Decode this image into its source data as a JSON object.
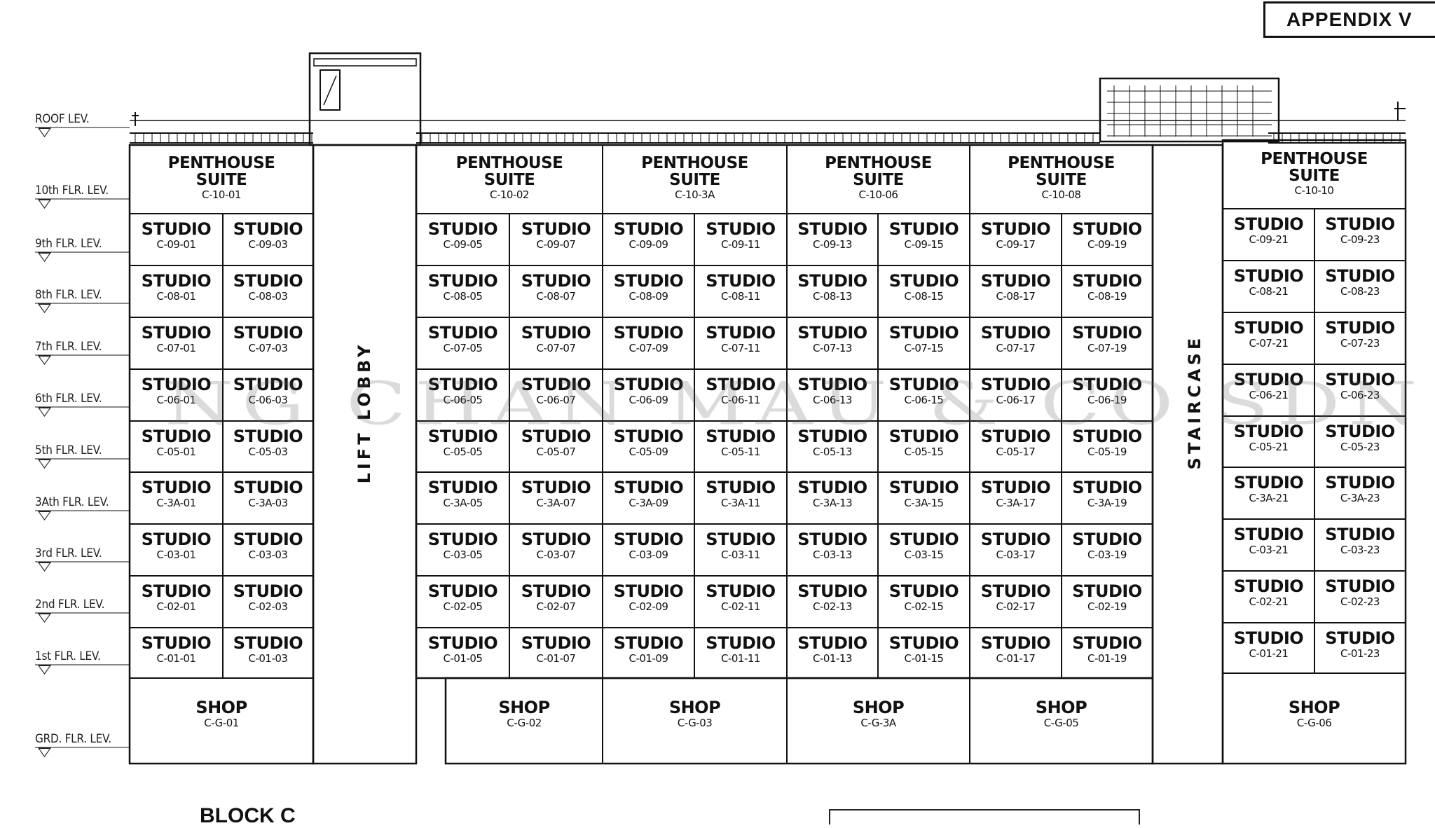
{
  "appendix": "APPENDIX V",
  "levels": [
    {
      "label": "ROOF LEV.",
      "y": 0
    },
    {
      "label": "10th FLR. LEV.",
      "y": 0
    },
    {
      "label": "9th FLR. LEV.",
      "y": 0
    },
    {
      "label": "8th FLR. LEV.",
      "y": 0
    },
    {
      "label": "7th FLR. LEV.",
      "y": 0
    },
    {
      "label": "6th FLR. LEV.",
      "y": 0
    },
    {
      "label": "5th FLR. LEV.",
      "y": 0
    },
    {
      "label": "3Ath FLR. LEV.",
      "y": 0
    },
    {
      "label": "3rd FLR. LEV.",
      "y": 0
    },
    {
      "label": "2nd FLR. LEV.",
      "y": 0
    },
    {
      "label": "1st FLR. LEV.",
      "y": 0
    },
    {
      "label": "GRD. FLR. LEV.",
      "y": 0
    }
  ],
  "penthouses": [
    {
      "title_line1": "PENTHOUSE",
      "title_line2": "SUITE",
      "code": "C-10-01"
    },
    {
      "title_line1": "PENTHOUSE",
      "title_line2": "SUITE",
      "code": "C-10-02"
    },
    {
      "title_line1": "PENTHOUSE",
      "title_line2": "SUITE",
      "code": "C-10-3A"
    },
    {
      "title_line1": "PENTHOUSE",
      "title_line2": "SUITE",
      "code": "C-10-06"
    },
    {
      "title_line1": "PENTHOUSE",
      "title_line2": "SUITE",
      "code": "C-10-08"
    },
    {
      "title_line1": "PENTHOUSE",
      "title_line2": "SUITE",
      "code": "C-10-10"
    }
  ],
  "studio_label": "STUDIO",
  "studio_floors": [
    "09",
    "08",
    "07",
    "06",
    "05",
    "3A",
    "03",
    "02",
    "01"
  ],
  "studio_units": [
    "01",
    "03",
    "05",
    "07",
    "09",
    "11",
    "13",
    "15",
    "17",
    "19",
    "21",
    "23"
  ],
  "shops": [
    {
      "label": "SHOP",
      "code": "C-G-01"
    },
    {
      "label": "SHOP",
      "code": "C-G-02"
    },
    {
      "label": "SHOP",
      "code": "C-G-03"
    },
    {
      "label": "SHOP",
      "code": "C-G-3A"
    },
    {
      "label": "SHOP",
      "code": "C-G-05"
    },
    {
      "label": "SHOP",
      "code": "C-G-06"
    }
  ],
  "lift_lobby": "LIFT LOBBY",
  "staircase": "STAIRCASE",
  "watermark": "NG CHAN MAU & CO SDN BHD",
  "block_title": "BLOCK C"
}
